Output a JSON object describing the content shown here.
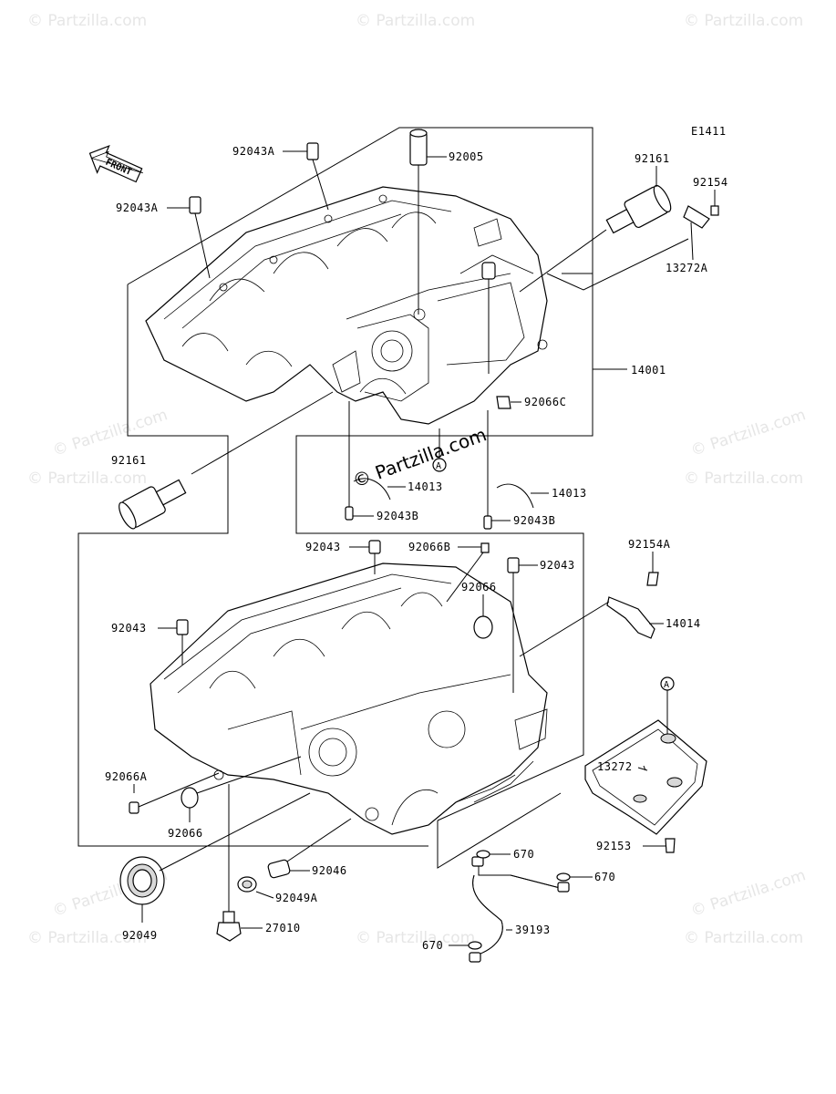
{
  "diagram_code": "E1411",
  "front_label": "FRONT",
  "center_watermark": "© Partzilla.com",
  "watermarks": [
    "© Partzilla.com"
  ],
  "callout_marker": "A",
  "labels": {
    "p92043A_top": "92043A",
    "p92005": "92005",
    "p92161_top": "92161",
    "p92154": "92154",
    "p92043A_left": "92043A",
    "p13272A": "13272A",
    "p14001": "14001",
    "p92066C": "92066C",
    "p92161_left": "92161",
    "p14013_a": "14013",
    "p14013_b": "14013",
    "p92043B_a": "92043B",
    "p92043B_b": "92043B",
    "p92043_a": "92043",
    "p92066B": "92066B",
    "p92043_b": "92043",
    "p92154A": "92154A",
    "p92066_a": "92066",
    "p92043_c": "92043",
    "p14014": "14014",
    "p13272": "13272",
    "p92066A": "92066A",
    "p92066_b": "92066",
    "p92153": "92153",
    "p670_a": "670",
    "p670_b": "670",
    "p92046": "92046",
    "p92049A": "92049A",
    "p27010": "27010",
    "p92049": "92049",
    "p39193": "39193",
    "p670_c": "670"
  }
}
